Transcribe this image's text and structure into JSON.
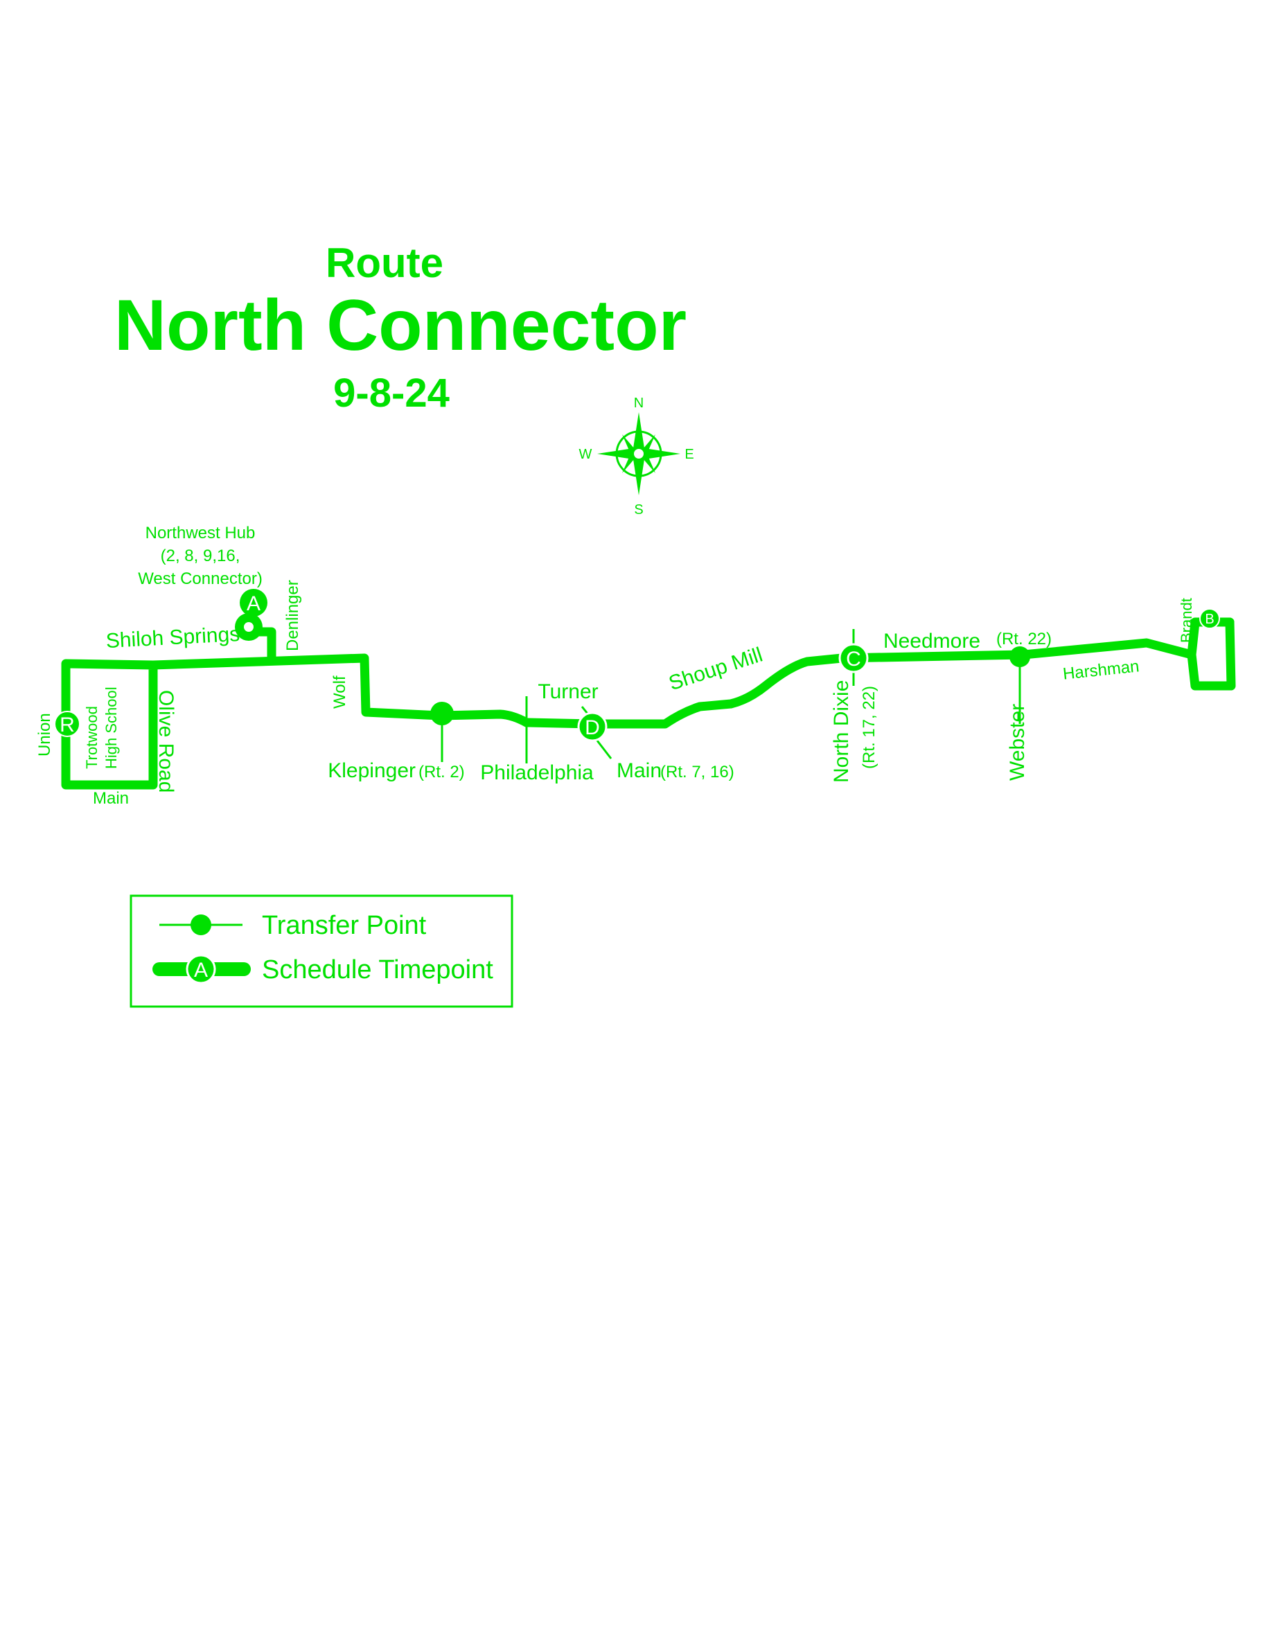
{
  "title": {
    "route_word": "Route",
    "route_name": "North Connector",
    "date": "9-8-24"
  },
  "compass": {
    "n": "N",
    "s": "S",
    "e": "E",
    "w": "W"
  },
  "hub": {
    "line1": "Northwest Hub",
    "line2": "(2, 8, 9,16,",
    "line3": "West Connector)"
  },
  "streets": {
    "shiloh_springs": "Shiloh Springs",
    "denlinger": "Denlinger",
    "wolf": "Wolf",
    "union": "Union",
    "main_west": "Main",
    "olive_road": "Olive Road",
    "trotwood": "Trotwood",
    "high_school": "High School",
    "klepinger": "Klepinger",
    "klepinger_route": "(Rt. 2)",
    "turner": "Turner",
    "philadelphia": "Philadelphia",
    "main_east": "Main",
    "main_east_route": "(Rt. 7, 16)",
    "shoup_mill": "Shoup Mill",
    "north_dixie": "North Dixie",
    "north_dixie_route": "(Rt. 17, 22)",
    "needmore": "Needmore",
    "needmore_route": "(Rt. 22)",
    "webster": "Webster",
    "harshman": "Harshman",
    "brandt": "Brandt"
  },
  "timepoints": {
    "a": "A",
    "b": "B",
    "c": "C",
    "d": "D",
    "r": "R"
  },
  "legend": {
    "transfer_point": "Transfer Point",
    "schedule_timepoint": "Schedule Timepoint",
    "sample_letter": "A"
  },
  "colors": {
    "route": "#00e000",
    "background": "#ffffff"
  }
}
